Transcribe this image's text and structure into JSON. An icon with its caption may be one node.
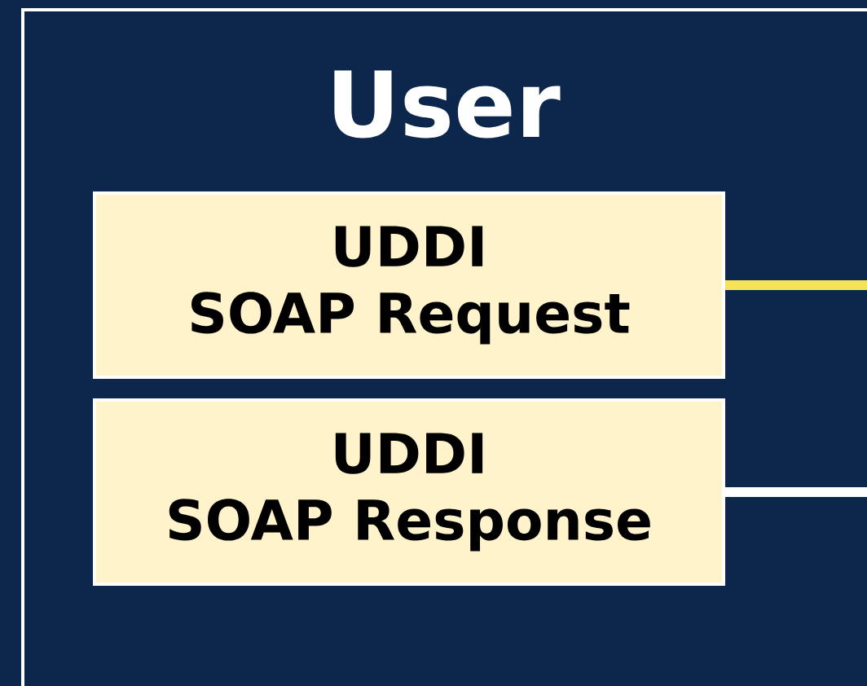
{
  "diagram": {
    "nodes": [
      {
        "text": [
          "User"
        ]
      },
      {
        "text": [
          "UDDI SOAP Request"
        ],
        "in": 0
      },
      {
        "text": [
          "UDDI SOAP Response"
        ],
        "in": 0
      }
    ],
    "edges": [
      {
        "from": 1,
        "to": null,
        "arrow": "none",
        "color": "#f7e35a"
      },
      {
        "from": 2,
        "to": null,
        "arrow": "none",
        "color": "#ffffff"
      }
    ]
  }
}
